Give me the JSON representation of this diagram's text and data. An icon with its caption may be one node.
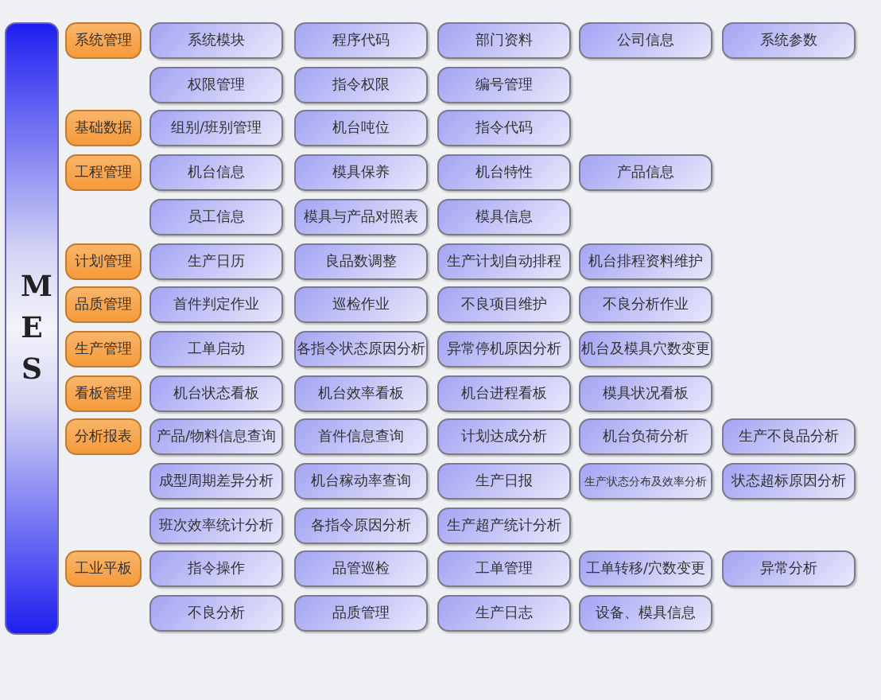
{
  "diagram": {
    "nodes": [
      {
        "text": [
          "MES"
        ]
      },
      {
        "text": [
          "系统管理"
        ]
      },
      {
        "text": [
          "系统模块"
        ]
      },
      {
        "text": [
          "程序代码"
        ]
      },
      {
        "text": [
          "部门资料"
        ]
      },
      {
        "text": [
          "公司信息"
        ]
      },
      {
        "text": [
          "系统参数"
        ]
      },
      {
        "text": [
          "权限管理"
        ]
      },
      {
        "text": [
          "指令权限"
        ]
      },
      {
        "text": [
          "编号管理"
        ]
      },
      {
        "text": [
          "基础数据"
        ]
      },
      {
        "text": [
          "组别/班别管理"
        ]
      },
      {
        "text": [
          "机台吨位"
        ]
      },
      {
        "text": [
          "指令代码"
        ]
      },
      {
        "text": [
          "工程管理"
        ]
      },
      {
        "text": [
          "机台信息"
        ]
      },
      {
        "text": [
          "模具保养"
        ]
      },
      {
        "text": [
          "机台特性"
        ]
      },
      {
        "text": [
          "产品信息"
        ]
      },
      {
        "text": [
          "员工信息"
        ]
      },
      {
        "text": [
          "模具与产品对照表"
        ]
      },
      {
        "text": [
          "模具信息"
        ]
      },
      {
        "text": [
          "计划管理"
        ]
      },
      {
        "text": [
          "生产日历"
        ]
      },
      {
        "text": [
          "良品数调整"
        ]
      },
      {
        "text": [
          "生产计划自动排程"
        ]
      },
      {
        "text": [
          "机台排程资料维护"
        ]
      },
      {
        "text": [
          "品质管理"
        ]
      },
      {
        "text": [
          "首件判定作业"
        ]
      },
      {
        "text": [
          "巡检作业"
        ]
      },
      {
        "text": [
          "不良项目维护"
        ]
      },
      {
        "text": [
          "不良分析作业"
        ]
      },
      {
        "text": [
          "生产管理"
        ]
      },
      {
        "text": [
          "工单启动"
        ]
      },
      {
        "text": [
          "各指令状态原因分析"
        ]
      },
      {
        "text": [
          "异常停机原因分析"
        ]
      },
      {
        "text": [
          "机台及模具穴数变更"
        ]
      },
      {
        "text": [
          "看板管理"
        ]
      },
      {
        "text": [
          "机台状态看板"
        ]
      },
      {
        "text": [
          "机台效率看板"
        ]
      },
      {
        "text": [
          "机台进程看板"
        ]
      },
      {
        "text": [
          "模具状况看板"
        ]
      },
      {
        "text": [
          "分析报表"
        ]
      },
      {
        "text": [
          "产品/物料信息查询"
        ]
      },
      {
        "text": [
          "首件信息查询"
        ]
      },
      {
        "text": [
          "计划达成分析"
        ]
      },
      {
        "text": [
          "机台负荷分析"
        ]
      },
      {
        "text": [
          "生产不良品分析"
        ]
      },
      {
        "text": [
          "成型周期差异分析"
        ]
      },
      {
        "text": [
          "机台稼动率查询"
        ]
      },
      {
        "text": [
          "生产日报"
        ]
      },
      {
        "text": [
          "生产状态分布及效率分析"
        ]
      },
      {
        "text": [
          "状态超标原因分析"
        ]
      },
      {
        "text": [
          "班次效率统计分析"
        ]
      },
      {
        "text": [
          "各指令原因分析"
        ]
      },
      {
        "text": [
          "生产超产统计分析"
        ]
      },
      {
        "text": [
          "工业平板"
        ]
      },
      {
        "text": [
          "指令操作"
        ]
      },
      {
        "text": [
          "品管巡检"
        ]
      },
      {
        "text": [
          "工单管理"
        ]
      },
      {
        "text": [
          "工单转移/穴数变更"
        ]
      },
      {
        "text": [
          "异常分析"
        ]
      },
      {
        "text": [
          "不良分析"
        ]
      },
      {
        "text": [
          "品质管理"
        ]
      },
      {
        "text": [
          "生产日志"
        ]
      },
      {
        "text": [
          "设备、模具信息"
        ]
      }
    ]
  }
}
